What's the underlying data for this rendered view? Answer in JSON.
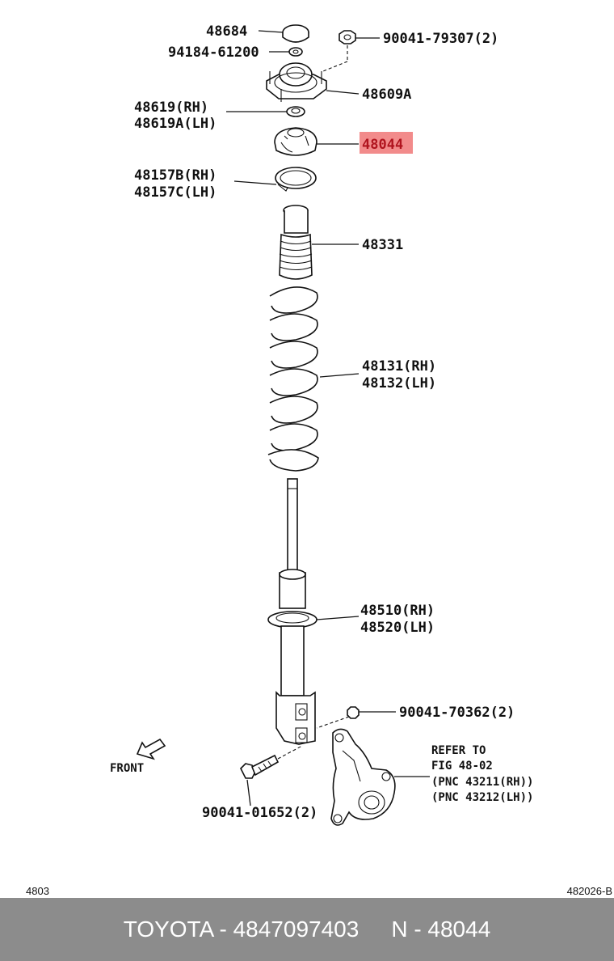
{
  "labels": {
    "p48684": "48684",
    "p94184": "94184-61200",
    "p90041_79307": "90041-79307(2)",
    "p48609A": "48609A",
    "p48619_rh": "48619(RH)",
    "p48619A_lh": "48619A(LH)",
    "p48044": "48044",
    "p48157B_rh": "48157B(RH)",
    "p48157C_lh": "48157C(LH)",
    "p48331": "48331",
    "p48131_rh": "48131(RH)",
    "p48132_lh": "48132(LH)",
    "p48510_rh": "48510(RH)",
    "p48520_lh": "48520(LH)",
    "p90041_70362": "90041-70362(2)",
    "refer_line1": "REFER TO",
    "refer_line2": "FIG 48-02",
    "refer_line3": "(PNC 43211(RH))",
    "refer_line4": "(PNC 43212(LH))",
    "front": "FRONT",
    "p90041_01652": "90041-01652(2)"
  },
  "corner": {
    "left": "4803",
    "right": "482026-B"
  },
  "footer": {
    "part_info": "TOYOTA - 4847097403",
    "pnc": "N - 48044"
  },
  "highlight_color": "#f28b8b"
}
